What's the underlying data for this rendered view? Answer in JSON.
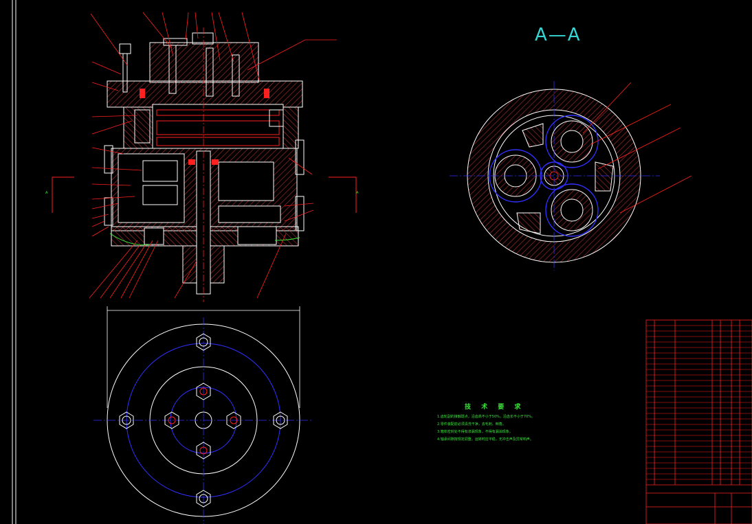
{
  "view_label": "A—A",
  "section_marks": {
    "left": "A",
    "right": "A"
  },
  "technical_requirements": {
    "heading": "技 术 要 求",
    "notes": [
      "1.齿轮副的接触斑点，沿齿高不小于50%，沿齿长不小于70%。",
      "2.零件装配前必须清洗干净，去毛刺、倒角。",
      "3.箱体密封处不得有渗漏现象，不得有漏油现象。",
      "4.轴承间隙按规定调整，运转时应平稳，无冲击声及异常响声。"
    ]
  },
  "colors": {
    "background": "#000000",
    "outline": "#ffffff",
    "section": "#ff2020",
    "hatch": "#c83030",
    "centerline": "#3030ff",
    "leader": "#ff2020",
    "text_label": "#38e838",
    "title_accent": "#35d6d6"
  }
}
